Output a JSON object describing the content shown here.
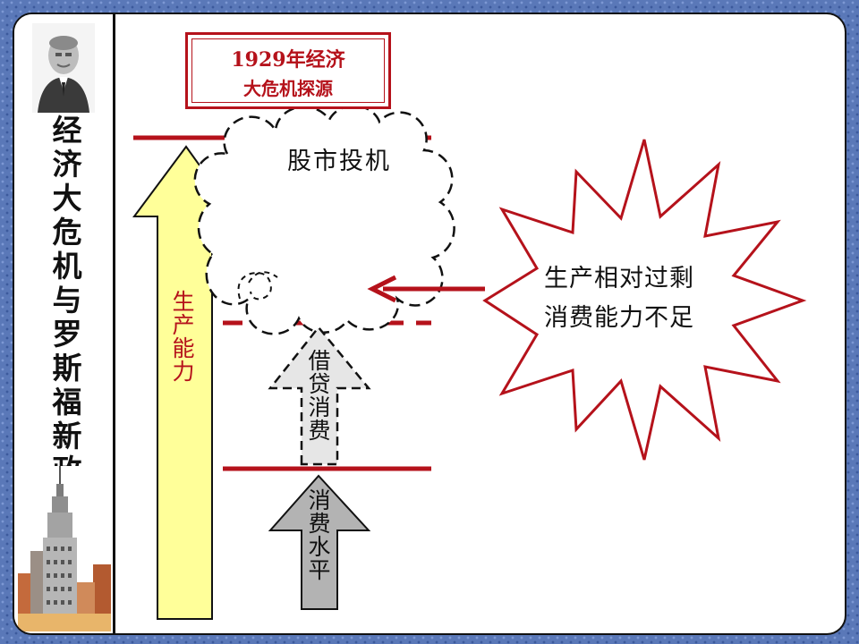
{
  "sidebar": {
    "title": "经济大危机与罗斯福新政",
    "portrait_icon": "portrait-icon",
    "skyline_icon": "skyline-icon"
  },
  "title_box": {
    "line1": "1929年经济",
    "line2": "大危机探源"
  },
  "diagram": {
    "production_label": "生产能力",
    "credit_label": "借贷消费",
    "consumption_label": "消费水平",
    "bubble_label": "股市投机",
    "star_line1": "生产相对过剩",
    "star_line2": "消费能力不足",
    "colors": {
      "accent_red": "#b5121b",
      "production_fill": "#ffff99",
      "credit_fill": "#e6e6e6",
      "consumption_fill": "#b3b3b3",
      "frame_blue": "#5a78b8"
    }
  }
}
